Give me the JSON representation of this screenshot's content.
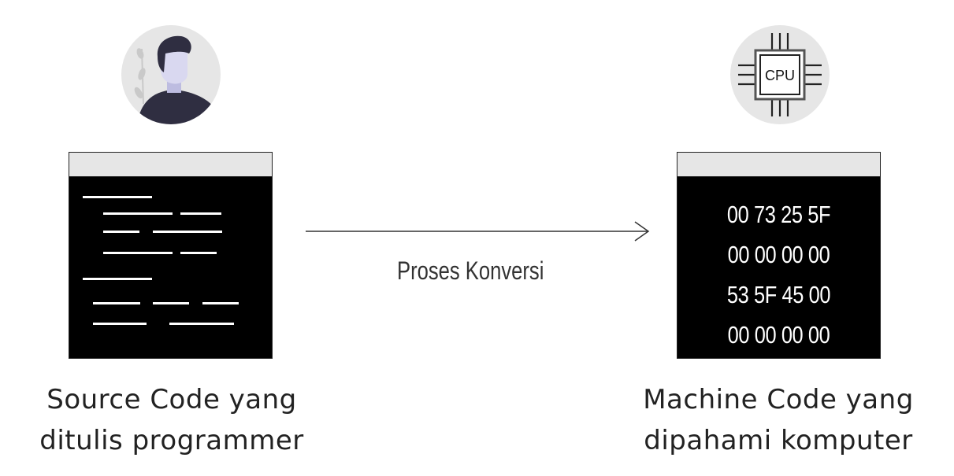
{
  "left": {
    "caption_line1": "Source Code yang",
    "caption_line2": "ditulis programmer",
    "icon": "person-avatar-icon"
  },
  "right": {
    "caption_line1": "Machine Code yang",
    "caption_line2": "dipahami komputer",
    "icon": "cpu-chip-icon",
    "chip_label": "CPU",
    "hex_rows": [
      "00 73 25 5F",
      "00 00 00 00",
      "53 5F 45 00",
      "00 00 00 00"
    ]
  },
  "arrow": {
    "label": "Proses Konversi",
    "icon": "arrow-right-icon"
  }
}
